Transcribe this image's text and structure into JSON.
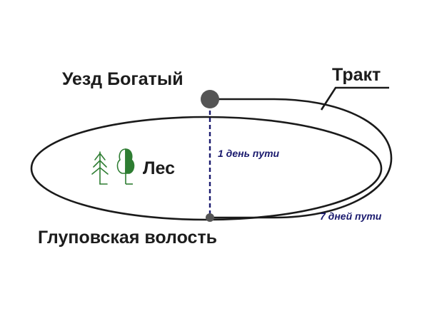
{
  "labels": {
    "town": "Уезд Богатый",
    "village": "Глуповская волость",
    "road": "Тракт",
    "forest": "Лес",
    "short_route": "1 день пути",
    "long_route": "7 дней пути"
  },
  "colors": {
    "line": "#1a1a1a",
    "point": "#555555",
    "route": "#1a1a6e",
    "tree": "#2e7d32"
  },
  "icons": {
    "tree_left": "conifer-tree-icon",
    "tree_right": "deciduous-tree-icon"
  }
}
